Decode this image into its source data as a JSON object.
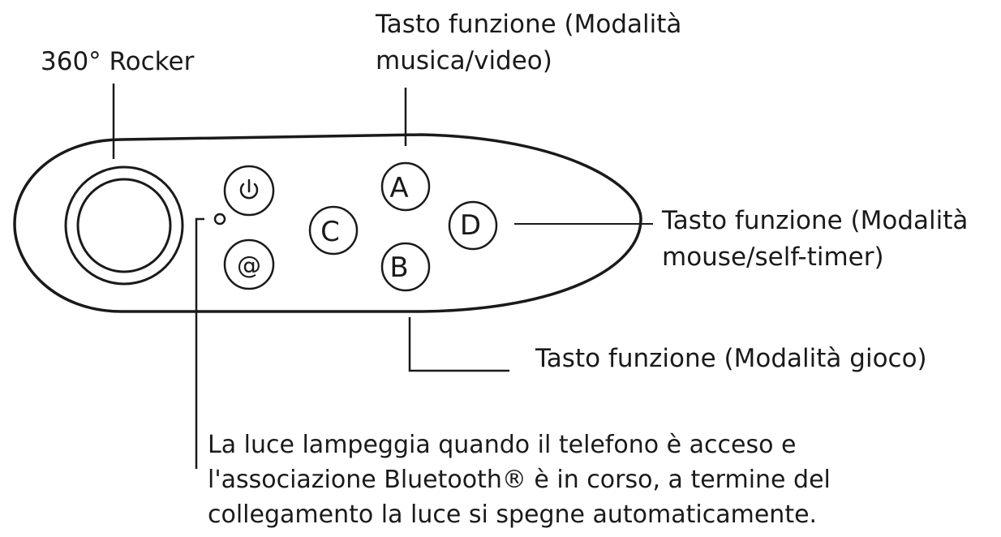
{
  "labels": {
    "rocker": "360° Rocker",
    "music_video_line1": "Tasto funzione (Modalità",
    "music_video_line2": "musica/video)",
    "mouse_line1": "Tasto funzione (Modalità",
    "mouse_line2": "mouse/self-timer)",
    "game": "Tasto funzione (Modalità gioco)",
    "led_line1": "La luce lampeggia quando il telefono è acceso e",
    "led_line2": "l'associazione Bluetooth® è in corso, a termine del",
    "led_line3": "collegamento la luce si spegne automaticamente."
  },
  "buttons": {
    "a": "A",
    "b": "B",
    "c": "C",
    "d": "D",
    "at": "@"
  },
  "icons": {
    "power": "power-icon",
    "at": "at-icon",
    "led": "led-indicator"
  }
}
